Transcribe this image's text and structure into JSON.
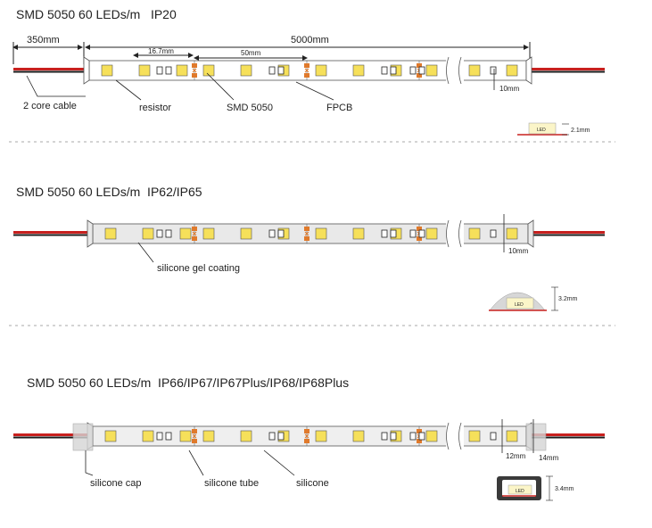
{
  "sections": [
    {
      "title": "SMD 5050 60 LEDs/m   IP20",
      "dims": {
        "cable": "350mm",
        "length": "5000mm",
        "pitch": "16.7mm",
        "cut": "50mm",
        "width": "10mm",
        "height": "2.1mm"
      },
      "callouts": [
        "2 core cable",
        "resistor",
        "SMD 5050",
        "FPCB"
      ],
      "profile_led": "LED"
    },
    {
      "title": "SMD 5050 60 LEDs/m  IP62/IP65",
      "dims": {
        "width": "10mm",
        "height": "3.2mm"
      },
      "callouts": [
        "silicone gel coating"
      ],
      "profile_led": "LED"
    },
    {
      "title": "SMD 5050 60 LEDs/m  IP66/IP67/IP67Plus/IP68/IP68Plus",
      "dims": {
        "inner": "12mm",
        "outer": "14mm",
        "height": "3.4mm"
      },
      "callouts": [
        "silicone cap",
        "silicone tube",
        "silicone"
      ],
      "profile_led": "LED"
    }
  ],
  "colors": {
    "wire_red": "#c8201e",
    "wire_black": "#1a1a1a",
    "led_yellow": "#f6e05a",
    "strip_gray": "#e9e9e9",
    "copper": "#e07a2c",
    "divider": "#aaaaaa"
  },
  "icons": [
    "led-chip-icon",
    "resistor-icon",
    "scissors-mark-icon",
    "wire-icon"
  ]
}
